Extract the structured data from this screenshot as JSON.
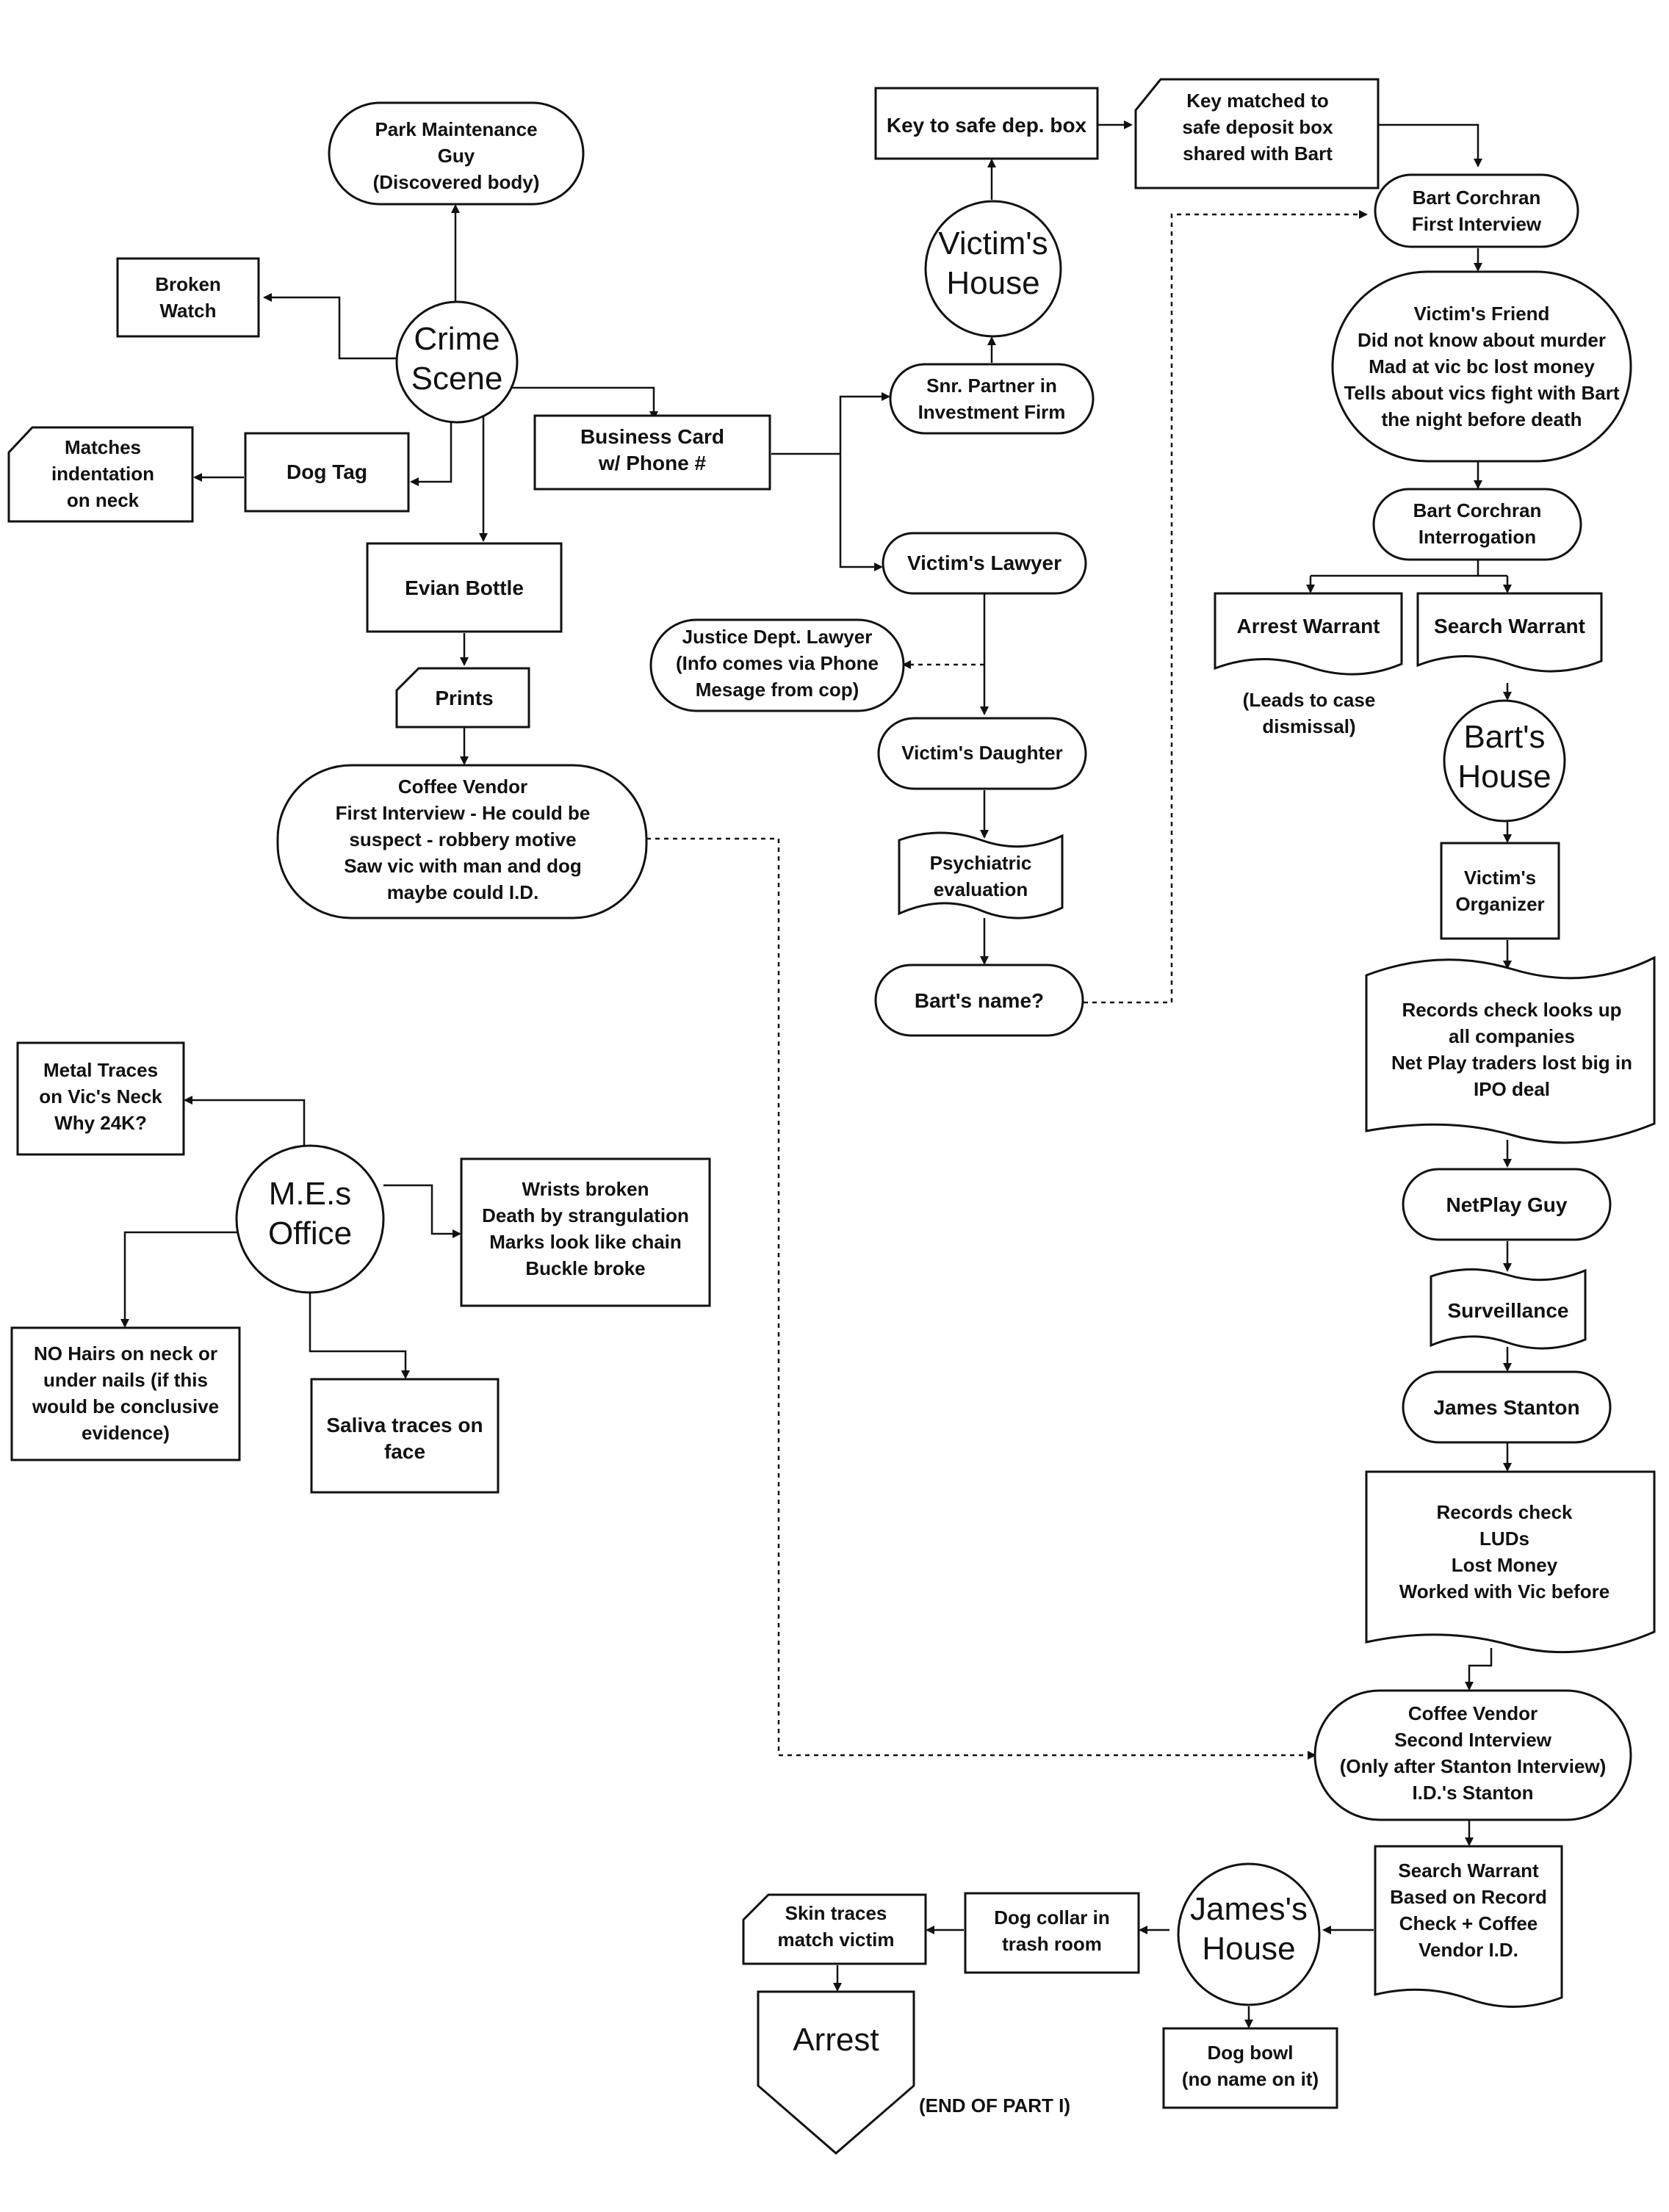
{
  "nodes": {
    "park_maintenance": [
      "Park Maintenance",
      "Guy",
      "(Discovered body)"
    ],
    "broken_watch": [
      "Broken",
      "Watch"
    ],
    "crime_scene": [
      "Crime",
      "Scene"
    ],
    "matches_indentation": [
      "Matches",
      "indentation",
      "on neck"
    ],
    "dog_tag": [
      "Dog Tag"
    ],
    "business_card": [
      "Business Card",
      "w/ Phone #"
    ],
    "evian_bottle": [
      "Evian Bottle"
    ],
    "prints": [
      "Prints"
    ],
    "coffee_vendor_1": [
      "Coffee Vendor",
      "First Interview - He could be",
      "suspect - robbery motive",
      "Saw vic with man and dog",
      "maybe could I.D."
    ],
    "key_safe_box": [
      "Key to safe dep. box"
    ],
    "key_matched": [
      "Key matched to",
      "safe deposit box",
      "shared with Bart"
    ],
    "victims_house": [
      "Victim's",
      "House"
    ],
    "snr_partner": [
      "Snr. Partner in",
      "Investment Firm"
    ],
    "victims_lawyer": [
      "Victim's Lawyer"
    ],
    "justice_lawyer": [
      "Justice Dept. Lawyer",
      "(Info comes via Phone",
      "Mesage from cop)"
    ],
    "victims_daughter": [
      "Victim's Daughter"
    ],
    "psych_eval": [
      "Psychiatric",
      "evaluation"
    ],
    "barts_name": [
      "Bart's name?"
    ],
    "bart_first": [
      "Bart Corchran",
      "First Interview"
    ],
    "victims_friend": [
      "Victim's Friend",
      "Did not know about murder",
      "Mad at vic bc lost money",
      "Tells about vics fight with Bart",
      "the night before death"
    ],
    "bart_interrogation": [
      "Bart Corchran",
      "Interrogation"
    ],
    "arrest_warrant": [
      "Arrest Warrant"
    ],
    "arrest_note": [
      "(Leads to case",
      "dismissal)"
    ],
    "search_warrant_1": [
      "Search Warrant"
    ],
    "barts_house": [
      "Bart's",
      "House"
    ],
    "victims_organizer": [
      "Victim's",
      "Organizer"
    ],
    "records_check_1": [
      "Records check looks up",
      "all companies",
      "Net Play traders lost big in",
      "IPO deal"
    ],
    "netplay_guy": [
      "NetPlay Guy"
    ],
    "surveillance": [
      "Surveillance"
    ],
    "james_stanton": [
      "James Stanton"
    ],
    "records_check_2": [
      "Records check",
      "LUDs",
      "Lost Money",
      "Worked with Vic before"
    ],
    "coffee_vendor_2": [
      "Coffee Vendor",
      "Second Interview",
      "(Only after Stanton Interview)",
      "I.D.'s Stanton"
    ],
    "search_warrant_2": [
      "Search Warrant",
      "Based on Record",
      "Check + Coffee",
      "Vendor I.D."
    ],
    "james_house": [
      "James's",
      "House"
    ],
    "dog_collar": [
      "Dog collar in",
      "trash room"
    ],
    "skin_traces": [
      "Skin traces",
      "match victim"
    ],
    "arrest": [
      "Arrest"
    ],
    "dog_bowl": [
      "Dog bowl",
      "(no name on it)"
    ],
    "end_note": [
      "(END OF PART I)"
    ],
    "metal_traces": [
      "Metal Traces",
      "on Vic's Neck",
      "Why 24K?"
    ],
    "me_office": [
      "M.E.s",
      "Office"
    ],
    "wrists_broken": [
      "Wrists broken",
      "Death by strangulation",
      "Marks look like chain",
      "Buckle broke"
    ],
    "no_hairs": [
      "NO Hairs on neck or",
      "under nails (if this",
      "would be conclusive",
      "evidence)"
    ],
    "saliva": [
      "Saliva traces on",
      "face"
    ]
  }
}
